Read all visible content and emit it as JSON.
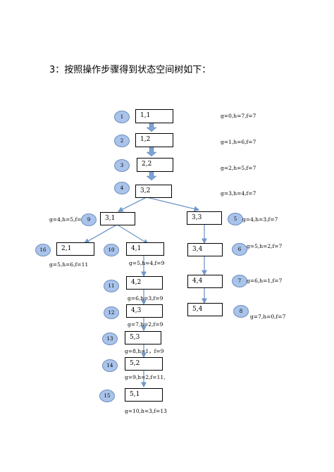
{
  "heading": "3：按照操作步骤得到状态空间树如下：",
  "nodes": [
    {
      "id": "n1",
      "order": "1",
      "state": "1,1",
      "label": "g=0,h=7,f=7"
    },
    {
      "id": "n2",
      "order": "2",
      "state": "1,2",
      "label": "g=1,h=6,f=7"
    },
    {
      "id": "n3",
      "order": "3",
      "state": "2,2",
      "label": "g=2,h=5,f=7"
    },
    {
      "id": "n4",
      "order": "4",
      "state": "3,2",
      "label": "g=3,h=4,f=7"
    },
    {
      "id": "n9",
      "order": "9",
      "state": "3,1",
      "label": "g=4,h=5,f=9"
    },
    {
      "id": "n5",
      "order": "5",
      "state": "3,3",
      "label": "g=4,h=3,f=7"
    },
    {
      "id": "n16",
      "order": "16",
      "state": "2,1",
      "label": "g=5,h=6,f=11"
    },
    {
      "id": "n10",
      "order": "10",
      "state": "4,1",
      "label": "g=5,h=4,f=9"
    },
    {
      "id": "n6",
      "order": "6",
      "state": "3,4",
      "label": "g=5,h=2,f=7"
    },
    {
      "id": "n11",
      "order": "11",
      "state": "4,2",
      "label": "g=6,h=3,f=9"
    },
    {
      "id": "n7",
      "order": "7",
      "state": "4,4",
      "label": "g=6,h=1,f=7"
    },
    {
      "id": "n12",
      "order": "12",
      "state": "4,3",
      "label": "g=7,h=2,f=9"
    },
    {
      "id": "n8",
      "order": "8",
      "state": "5,4",
      "label": "g=7,h=0,f=7"
    },
    {
      "id": "n13",
      "order": "13",
      "state": "5,3",
      "label": "g=8,h=1，f=9"
    },
    {
      "id": "n14",
      "order": "14",
      "state": "5,2",
      "label": "g=9,h=2,f=11,"
    },
    {
      "id": "n15",
      "order": "15",
      "state": "5,1",
      "label": "g=10,h=3,f=13"
    }
  ]
}
